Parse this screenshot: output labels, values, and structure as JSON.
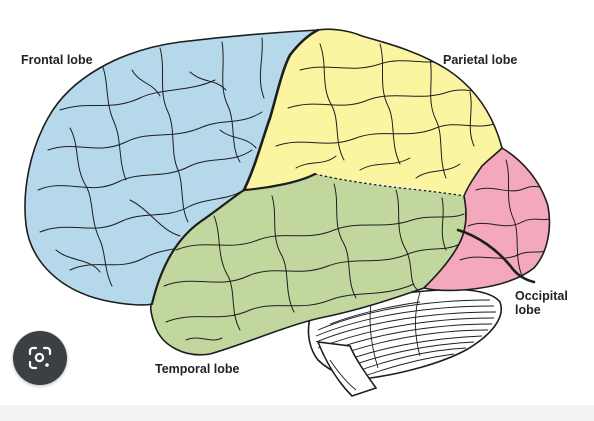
{
  "labels": {
    "frontal": "Frontal lobe",
    "parietal": "Parietal lobe",
    "occipital": "Occipital\nlobe",
    "temporal": "Temporal lobe"
  },
  "colors": {
    "frontal": "#b5d8ea",
    "parietal": "#fbf5a2",
    "occipital": "#f3a9bb",
    "temporal": "#c2d79e",
    "cerebellum": "#ffffff",
    "outline": "#1e1e1e",
    "lens_button": "#3c4043"
  },
  "icons": {
    "lens": "visual-search-icon"
  }
}
